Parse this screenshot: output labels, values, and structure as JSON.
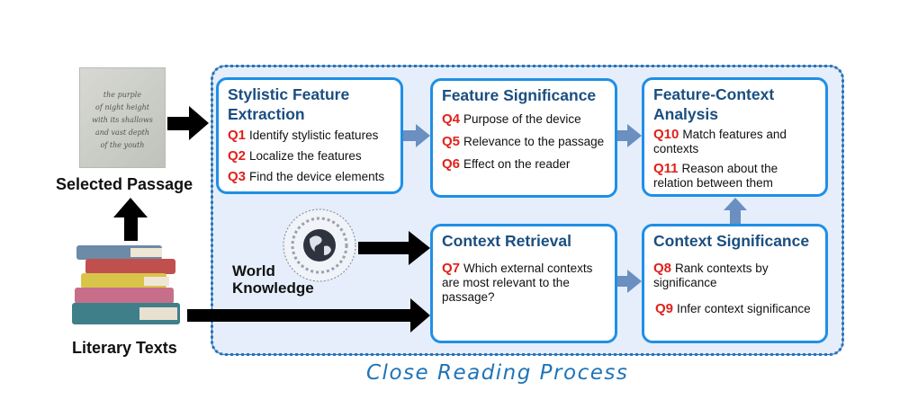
{
  "left": {
    "selected_passage_label": "Selected Passage",
    "literary_texts_label": "Literary Texts",
    "passage_lines": [
      "the purple",
      "of night height",
      "with its shallows",
      "and vast depth",
      "of the youth"
    ]
  },
  "world_knowledge": {
    "label_line1": "World",
    "label_line2": "Knowledge"
  },
  "process_label": "Close Reading Process",
  "cards": {
    "stylistic": {
      "title_line1": "Stylistic Feature",
      "title_line2": "Extraction",
      "questions": [
        {
          "id": "Q1",
          "text": "Identify stylistic features"
        },
        {
          "id": "Q2",
          "text": "Localize the features"
        },
        {
          "id": "Q3",
          "text": "Find the device elements"
        }
      ]
    },
    "feature_significance": {
      "title": "Feature Significance",
      "questions": [
        {
          "id": "Q4",
          "text": "Purpose of the device"
        },
        {
          "id": "Q5",
          "text": "Relevance to the passage"
        },
        {
          "id": "Q6",
          "text": "Effect on the reader"
        }
      ]
    },
    "feature_context": {
      "title_line1": "Feature-Context",
      "title_line2": "Analysis",
      "questions": [
        {
          "id": "Q10",
          "text": "Match features and contexts"
        },
        {
          "id": "Q11",
          "text": "Reason about the relation between them"
        }
      ]
    },
    "context_retrieval": {
      "title": "Context Retrieval",
      "questions": [
        {
          "id": "Q7",
          "text": "Which external contexts are most relevant to the passage?"
        }
      ]
    },
    "context_significance": {
      "title": "Context Significance",
      "questions": [
        {
          "id": "Q8",
          "text": "Rank contexts by significance"
        },
        {
          "id": "Q9",
          "text": "Infer context significance"
        }
      ]
    }
  },
  "colors": {
    "card_border": "#1f8fe6",
    "title": "#1b4e80",
    "question_id": "#e0211b",
    "container_bg": "#e5eefa",
    "flow_arrow": "#6a8fc0"
  }
}
